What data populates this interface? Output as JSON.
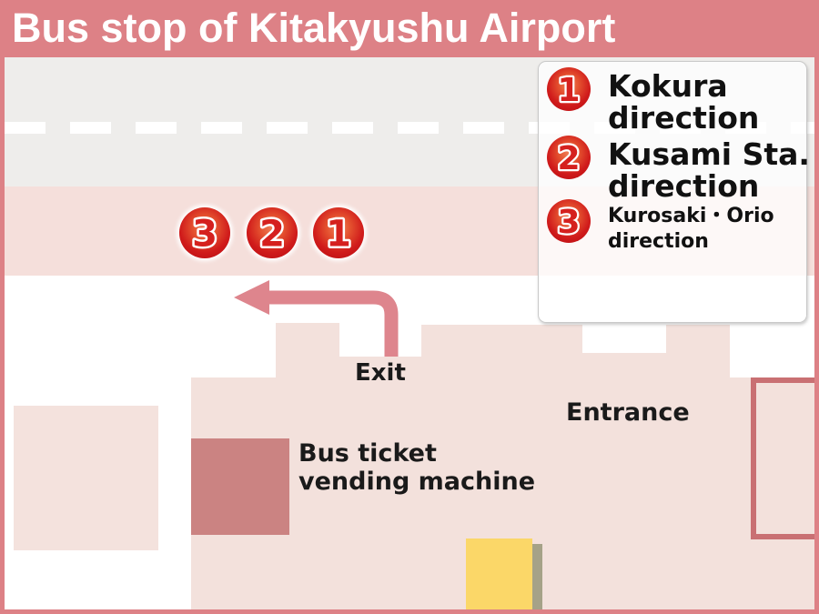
{
  "title": "Bus stop of Kitakyushu Airport",
  "legend": {
    "items": [
      {
        "number": "1",
        "line1": "Kokura",
        "line2": "direction"
      },
      {
        "number": "2",
        "line1": "Kusami Sta.",
        "line2": "direction"
      },
      {
        "number": "3",
        "line1": "Kurosaki・Orio",
        "line2": "direction"
      }
    ]
  },
  "map": {
    "stops": [
      {
        "number": "3"
      },
      {
        "number": "2"
      },
      {
        "number": "1"
      }
    ],
    "labels": {
      "exit": "Exit",
      "entrance": "Entrance",
      "vending_line1": "Bus ticket",
      "vending_line2": "vending machine"
    }
  },
  "colors": {
    "frame_pink": "#dd8186",
    "road_gray": "#eeedeb",
    "bus_lane_pink": "#f5dfdb",
    "building_pink": "#f3e1dc",
    "vending_rose": "#cb8382",
    "arrow_pink": "#de858d",
    "badge_red": "#d5201e",
    "yellow_block": "#fbd768",
    "outlined_box_border": "#c97073"
  }
}
